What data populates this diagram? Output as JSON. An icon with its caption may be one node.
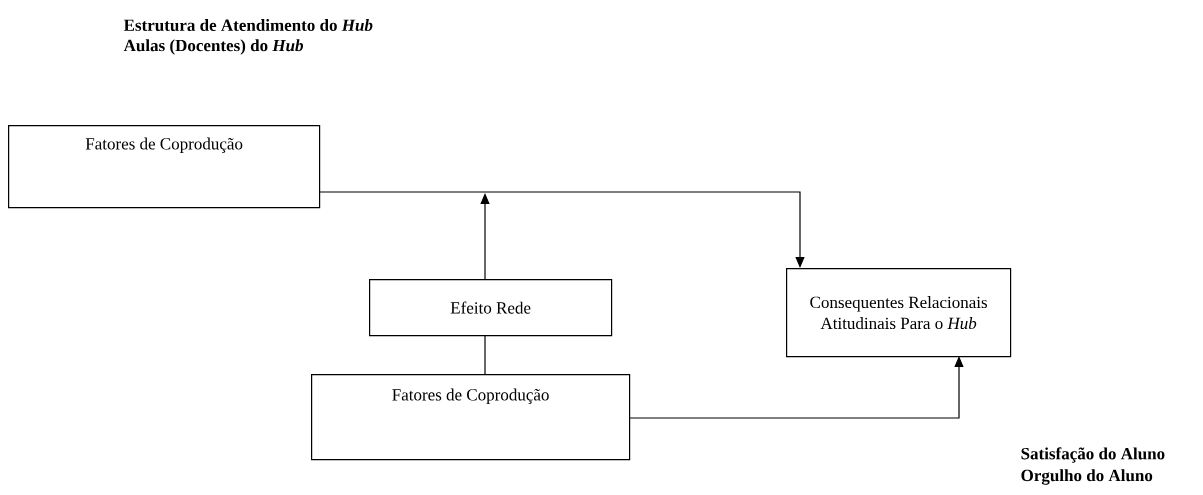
{
  "diagram": {
    "nodes": [
      {
        "text": [
          "Fatores de Coprodução"
        ]
      },
      {
        "text": [
          "Efeito Rede"
        ]
      },
      {
        "text": [
          "Fatores de Coprodução"
        ]
      },
      {
        "text": [
          "Consequentes Relacionais Atitudinais Para o *Hub*"
        ]
      }
    ],
    "edges": [
      {
        "from": 0,
        "to": 3,
        "arrow": "to"
      },
      {
        "from": 1,
        "to": null,
        "arrow": "to"
      },
      {
        "from": 2,
        "to": 1,
        "arrow": "none"
      },
      {
        "from": 2,
        "to": 3,
        "arrow": "to"
      }
    ],
    "labels": [
      "Estrutura de Atendimento do *Hub*",
      "Aulas (Docentes) do *Hub*",
      "Satisfação do Aluno",
      "Orgulho do Aluno"
    ]
  }
}
